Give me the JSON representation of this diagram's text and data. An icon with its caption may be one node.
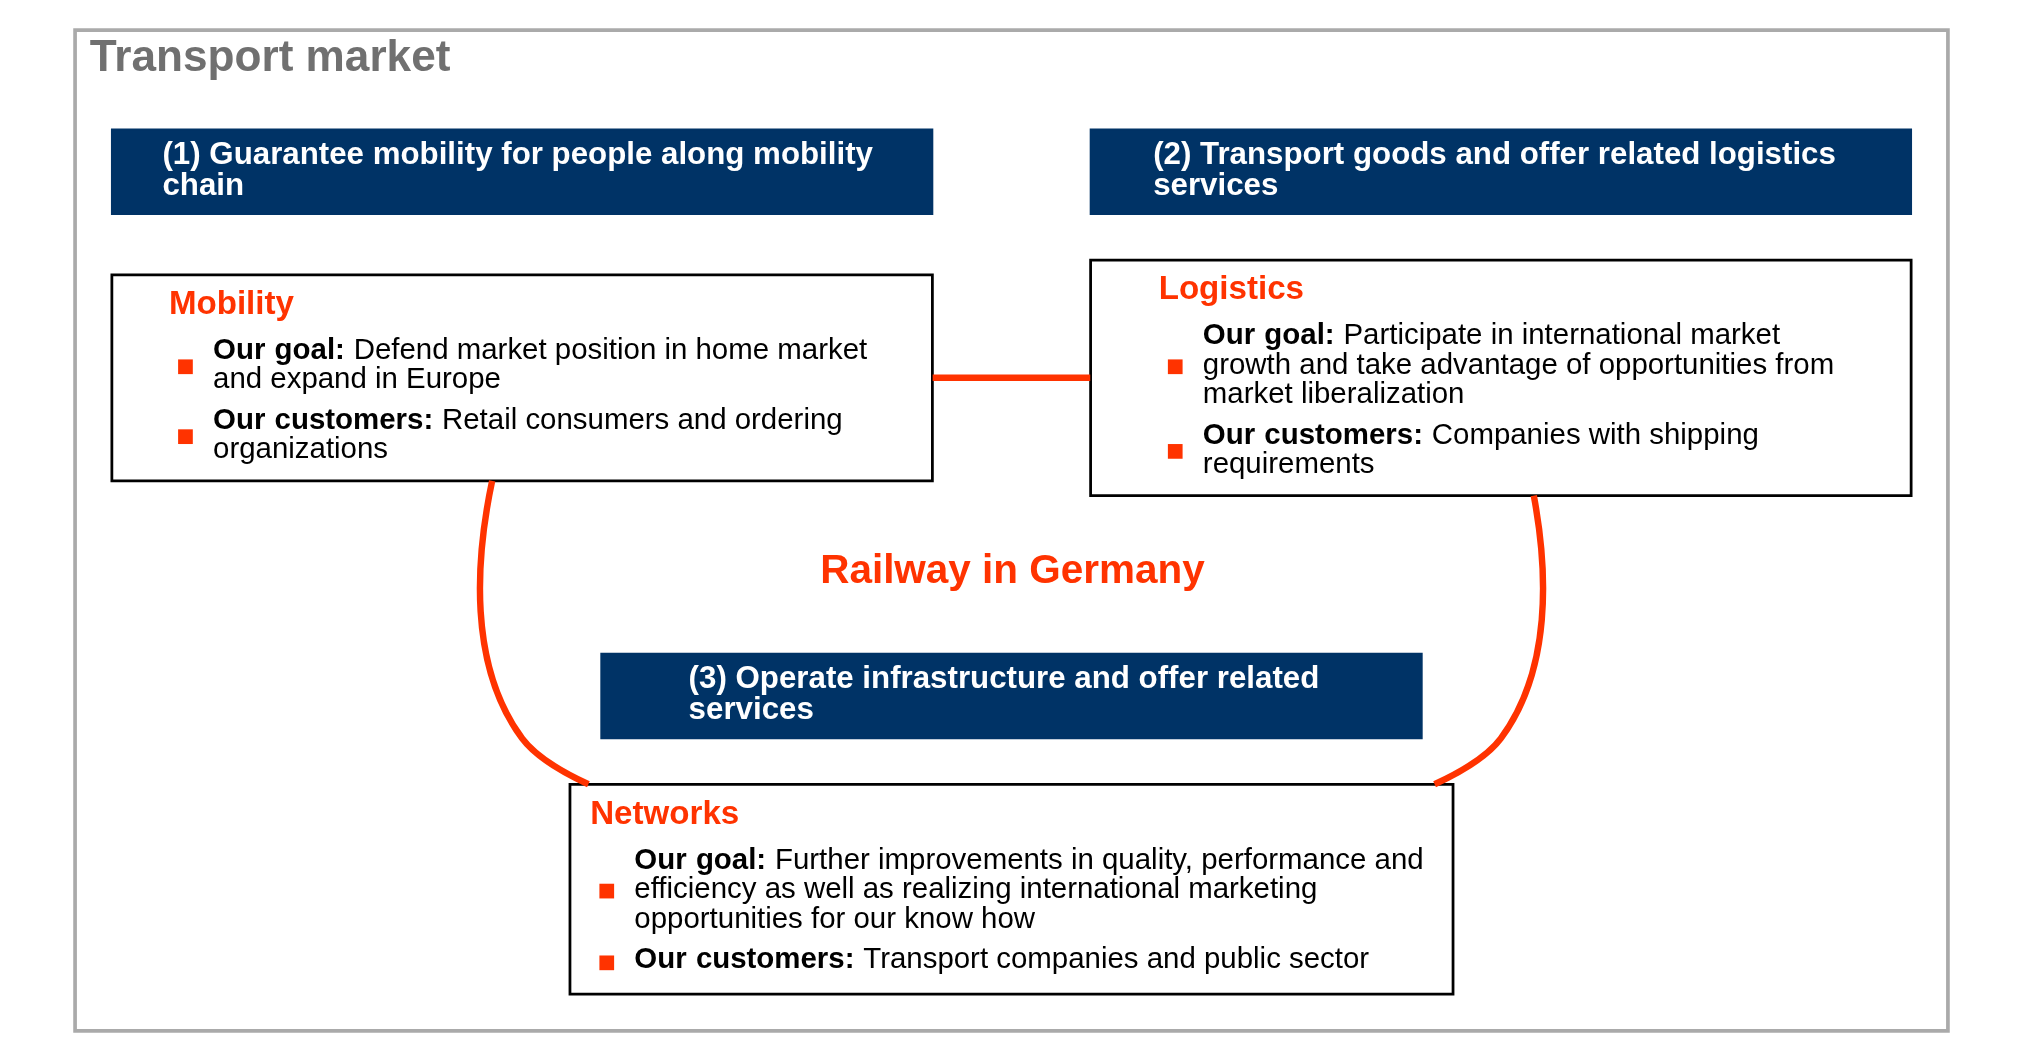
{
  "diagram": {
    "nodes": [
      {
        "text": [
          "Transport market"
        ]
      },
      {
        "text": [
          "(1) Guarantee mobility for people along mobility chain"
        ],
        "in": 0
      },
      {
        "text": [
          "Mobility",
          "**Our goal:** Defend market position in home market and expand in Europe",
          "**Our customers:** Retail consumers and ordering organizations"
        ],
        "in": 0
      },
      {
        "text": [
          "(2) Transport goods and offer related logistics services"
        ],
        "in": 0
      },
      {
        "text": [
          "Logistics",
          "**Our goal:** Participate in international market growth and take advantage of opportunities from market liberalization",
          "**Our customers:** Companies with shipping requirements"
        ],
        "in": 0
      },
      {
        "text": [
          "(3) Operate infrastructure and offer related services"
        ],
        "in": 0
      },
      {
        "text": [
          "Networks",
          "**Our goal:** Further improvements in quality, performance and efficiency as well as realizing international marketing opportunities for our know how",
          "**Our customers:** Transport companies and public sector"
        ],
        "in": 0
      }
    ],
    "edges": [
      {
        "from": 2,
        "to": 4,
        "arrow": "none"
      },
      {
        "from": 2,
        "to": 6,
        "arrow": "none"
      },
      {
        "from": 4,
        "to": 6,
        "arrow": "none"
      }
    ],
    "labels": [
      "Railway in Germany"
    ]
  }
}
